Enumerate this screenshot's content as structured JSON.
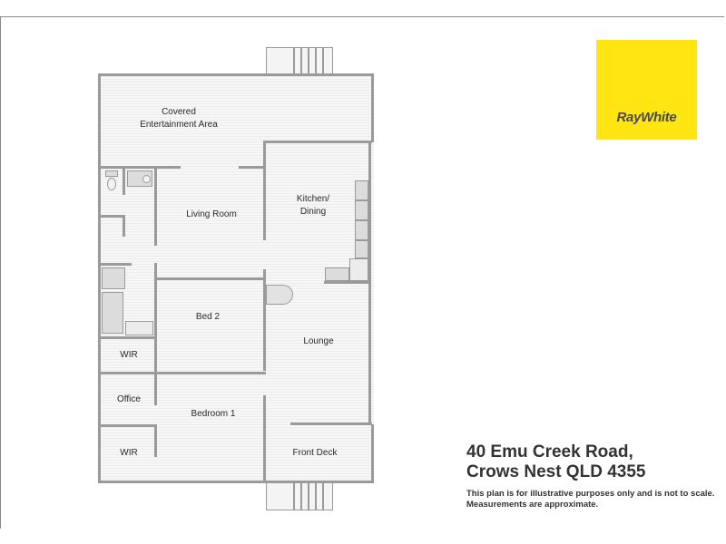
{
  "brand": {
    "name": "RayWhite",
    "logo_bg_color": "#ffe512",
    "logo_text_color": "#4a4a4a"
  },
  "property": {
    "address_line1": "40 Emu Creek Road,",
    "address_line2": "Crows Nest QLD 4355"
  },
  "disclaimer": {
    "line1": "This plan is for illustrative purposes only and is not to scale.",
    "line2": "Measurements are approximate."
  },
  "floorplan": {
    "wall_color": "#9a9a9a",
    "rooms": [
      {
        "id": "covered-entertainment-area",
        "label_line1": "Covered",
        "label_line2": "Entertainment Area"
      },
      {
        "id": "living-room",
        "label": "Living Room"
      },
      {
        "id": "kitchen-dining",
        "label_line1": "Kitchen/",
        "label_line2": "Dining"
      },
      {
        "id": "bed-2",
        "label": "Bed 2"
      },
      {
        "id": "lounge",
        "label": "Lounge"
      },
      {
        "id": "wir-upper",
        "label": "WIR"
      },
      {
        "id": "office",
        "label": "Office"
      },
      {
        "id": "bedroom-1",
        "label": "Bedroom 1"
      },
      {
        "id": "wir-lower",
        "label": "WIR"
      },
      {
        "id": "front-deck",
        "label": "Front Deck"
      }
    ]
  }
}
